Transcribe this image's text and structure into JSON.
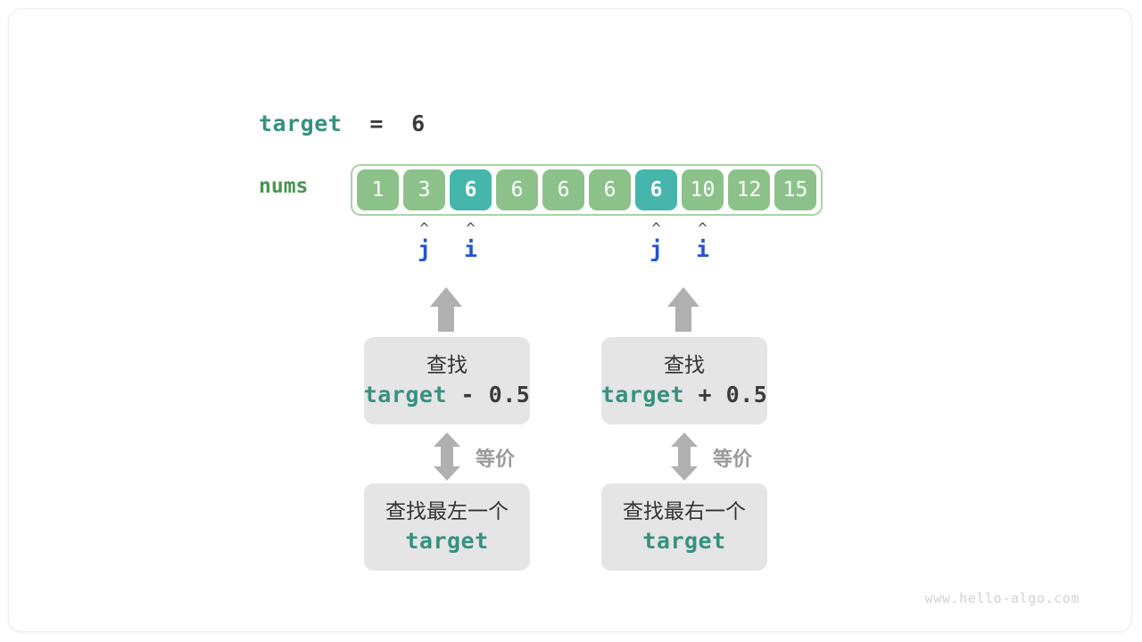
{
  "diagram": {
    "title_expr": {
      "name": "target",
      "operator": "=",
      "value": "6"
    },
    "array": {
      "label": "nums",
      "cells": [
        {
          "value": "1",
          "highlight": false
        },
        {
          "value": "3",
          "highlight": false
        },
        {
          "value": "6",
          "highlight": true
        },
        {
          "value": "6",
          "highlight": false
        },
        {
          "value": "6",
          "highlight": false
        },
        {
          "value": "6",
          "highlight": false
        },
        {
          "value": "6",
          "highlight": true
        },
        {
          "value": "10",
          "highlight": false
        },
        {
          "value": "12",
          "highlight": false
        },
        {
          "value": "15",
          "highlight": false
        }
      ]
    },
    "pointers": [
      {
        "caret": "^",
        "name": "j",
        "index": 1,
        "group": "left"
      },
      {
        "caret": "^",
        "name": "i",
        "index": 2,
        "group": "left"
      },
      {
        "caret": "^",
        "name": "j",
        "index": 6,
        "group": "right"
      },
      {
        "caret": "^",
        "name": "i",
        "index": 7,
        "group": "right"
      }
    ],
    "branches": [
      {
        "id": "left",
        "top_box": {
          "line1": "查找",
          "code_name": "target",
          "code_rest": " - 0.5"
        },
        "equivalence_label": "等价",
        "bottom_box": {
          "line1": "查找最左一个",
          "code_name": "target"
        }
      },
      {
        "id": "right",
        "top_box": {
          "line1": "查找",
          "code_name": "target",
          "code_rest": " + 0.5"
        },
        "equivalence_label": "等价",
        "bottom_box": {
          "line1": "查找最右一个",
          "code_name": "target"
        }
      }
    ],
    "watermark": "www.hello-algo.com",
    "colors": {
      "cell_default": "#8cc28a",
      "cell_highlight": "#46b6ac",
      "array_border": "#a8d3a4",
      "nums_label": "#46964c",
      "pointer": "#2353d1",
      "code_teal": "#37917f",
      "box_bg": "#e5e5e5",
      "arrow_gray": "#b0b0b0"
    }
  }
}
